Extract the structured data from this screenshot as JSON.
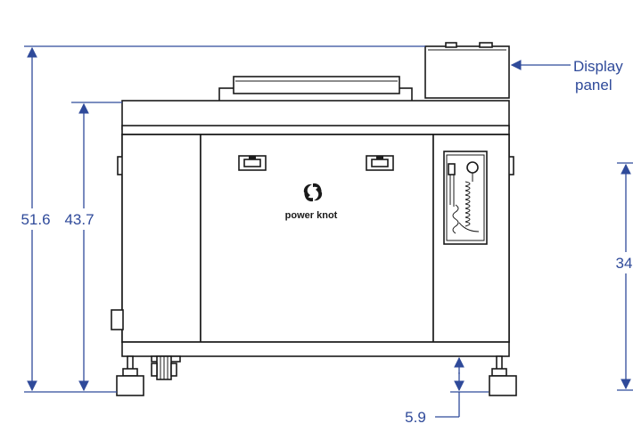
{
  "brand": {
    "logo_text": "power knot"
  },
  "dimensions": {
    "overall_height": "51.6",
    "body_height": "43.7",
    "door_height": "34",
    "clearance": "5.9"
  },
  "callout": {
    "line1": "Display",
    "line2": "panel"
  },
  "colors": {
    "dimension": "#2f4a9a",
    "outline": "#1a1a1a"
  }
}
